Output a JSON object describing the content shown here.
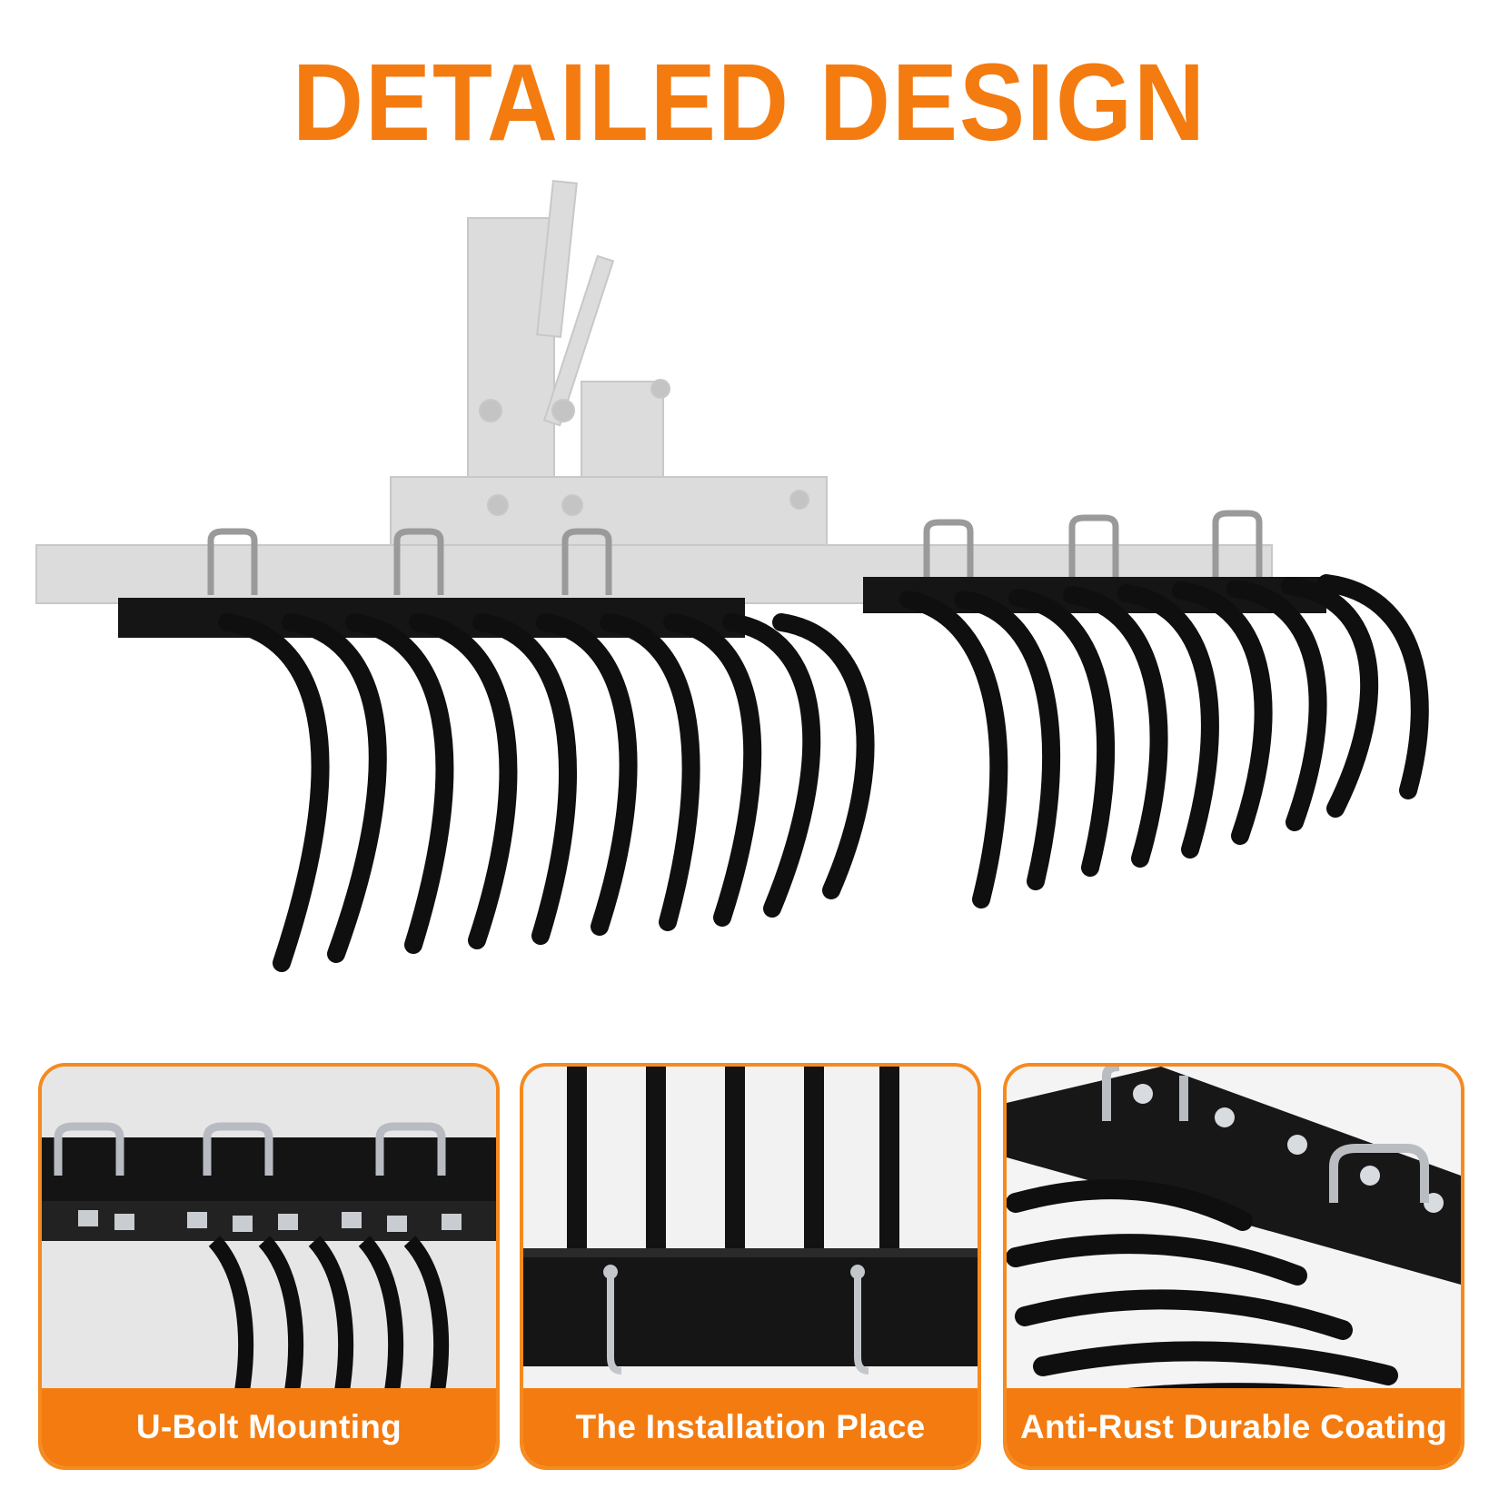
{
  "headline": "DETAILED DESIGN",
  "accent_color": "#f47b0f",
  "hero_image": {
    "subject": "landscape-rake-illustration",
    "frame_color": "#d7d7d7",
    "tine_color": "#111111"
  },
  "features": [
    {
      "label": "U-Bolt Mounting",
      "icon": "u-bolt-closeup"
    },
    {
      "label": "The Installation Place",
      "icon": "installation-closeup"
    },
    {
      "label": "Anti-Rust Durable Coating",
      "icon": "coating-closeup"
    }
  ]
}
